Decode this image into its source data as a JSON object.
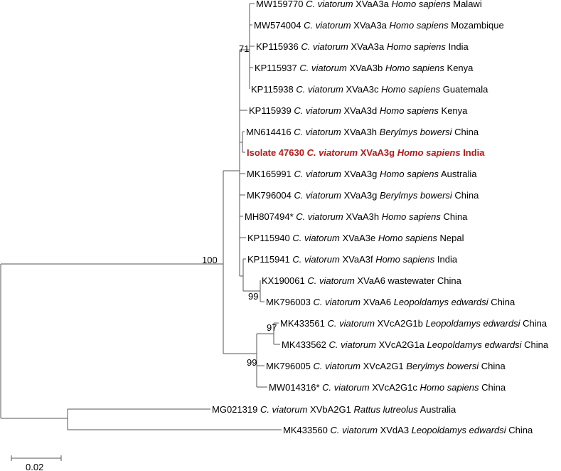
{
  "colors": {
    "branch": "#555555",
    "text": "#000000",
    "highlight": "#b01c1c"
  },
  "taxa": [
    {
      "id": "MW159770",
      "acc": "MW159770",
      "species": "C. viatorum",
      "subtype": "XVaA3a",
      "host": "Homo sapiens",
      "country": "Malawi"
    },
    {
      "id": "MW574004",
      "acc": "MW574004",
      "species": "C. viatorum",
      "subtype": "XVaA3a",
      "host": "Homo sapiens",
      "country": "Mozambique"
    },
    {
      "id": "KP115936",
      "acc": "KP115936",
      "species": "C. viatorum",
      "subtype": "XVaA3a",
      "host": "Homo sapiens",
      "country": "India"
    },
    {
      "id": "KP115937",
      "acc": "KP115937",
      "species": "C. viatorum",
      "subtype": "XVaA3b",
      "host": "Homo sapiens",
      "country": "Kenya"
    },
    {
      "id": "KP115938",
      "acc": "KP115938",
      "species": "C. viatorum",
      "subtype": "XVaA3c",
      "host": "Homo sapiens",
      "country": "Guatemala"
    },
    {
      "id": "KP115939",
      "acc": "KP115939",
      "species": "C. viatorum",
      "subtype": "XVaA3d",
      "host": "Homo sapiens",
      "country": "Kenya"
    },
    {
      "id": "MN614416",
      "acc": "MN614416",
      "species": "C. viatorum",
      "subtype": "XVaA3h",
      "host": "Berylmys bowersi",
      "country": "China"
    },
    {
      "id": "ISOLATE47630",
      "acc": "Isolate 47630",
      "species": "C. viatorum",
      "subtype": "XVaA3g",
      "host": "Homo sapiens",
      "country": "India",
      "highlight": true
    },
    {
      "id": "MK165991",
      "acc": "MK165991",
      "species": "C. viatorum",
      "subtype": "XVaA3g",
      "host": "Homo sapiens",
      "country": "Australia"
    },
    {
      "id": "MK796004",
      "acc": "MK796004",
      "species": "C. viatorum",
      "subtype": "XVaA3g",
      "host": "Berylmys bowersi",
      "country": "China"
    },
    {
      "id": "MH807494",
      "acc": "MH807494*",
      "species": "C. viatorum",
      "subtype": "XVaA3h",
      "host": "Homo sapiens",
      "country": "China"
    },
    {
      "id": "KP115940",
      "acc": "KP115940",
      "species": "C. viatorum",
      "subtype": "XVaA3e",
      "host": "Homo sapiens",
      "country": "Nepal"
    },
    {
      "id": "KP115941",
      "acc": "KP115941",
      "species": "C. viatorum",
      "subtype": "XVaA3f",
      "host": "Homo sapiens",
      "country": "India"
    },
    {
      "id": "KX190061",
      "acc": "KX190061",
      "species": "C. viatorum",
      "subtype": "XVaA6",
      "host": "wastewater",
      "host_plain": true,
      "country": "China"
    },
    {
      "id": "MK796003",
      "acc": "MK796003",
      "species": "C. viatorum",
      "subtype": "XVaA6",
      "host": "Leopoldamys edwardsi",
      "country": "China"
    },
    {
      "id": "MK433561",
      "acc": "MK433561",
      "species": "C. viatorum",
      "subtype": "XVcA2G1b",
      "host": "Leopoldamys edwardsi",
      "country": "China"
    },
    {
      "id": "MK433562",
      "acc": "MK433562",
      "species": "C. viatorum",
      "subtype": "XVcA2G1a",
      "host": "Leopoldamys edwardsi",
      "country": "China"
    },
    {
      "id": "MK796005",
      "acc": "MK796005",
      "species": "C. viatorum",
      "subtype": "XVcA2G1",
      "host": "Berylmys bowersi",
      "country": "China"
    },
    {
      "id": "MW014316",
      "acc": "MW014316*",
      "species": "C. viatorum",
      "subtype": "XVcA2G1c",
      "host": "Homo sapiens",
      "country": "China"
    },
    {
      "id": "MG021319",
      "acc": "MG021319",
      "species": "C. viatorum",
      "subtype": "XVbA2G1",
      "host": "Rattus lutreolus",
      "country": "Australia"
    },
    {
      "id": "MK433560",
      "acc": "MK433560",
      "species": "C. viatorum",
      "subtype": "XVdA3",
      "host": "Leopoldamys edwardsi",
      "country": "China"
    }
  ],
  "bootstrap": [
    {
      "node": "a3abc",
      "value": "71"
    },
    {
      "node": "xva",
      "value": "100"
    },
    {
      "node": "xva6",
      "value": "99"
    },
    {
      "node": "xvc",
      "value": "99"
    },
    {
      "node": "xvc_ab",
      "value": "97"
    }
  ],
  "scale_bar": {
    "label": "0.02",
    "length_substitutions": 0.02
  }
}
